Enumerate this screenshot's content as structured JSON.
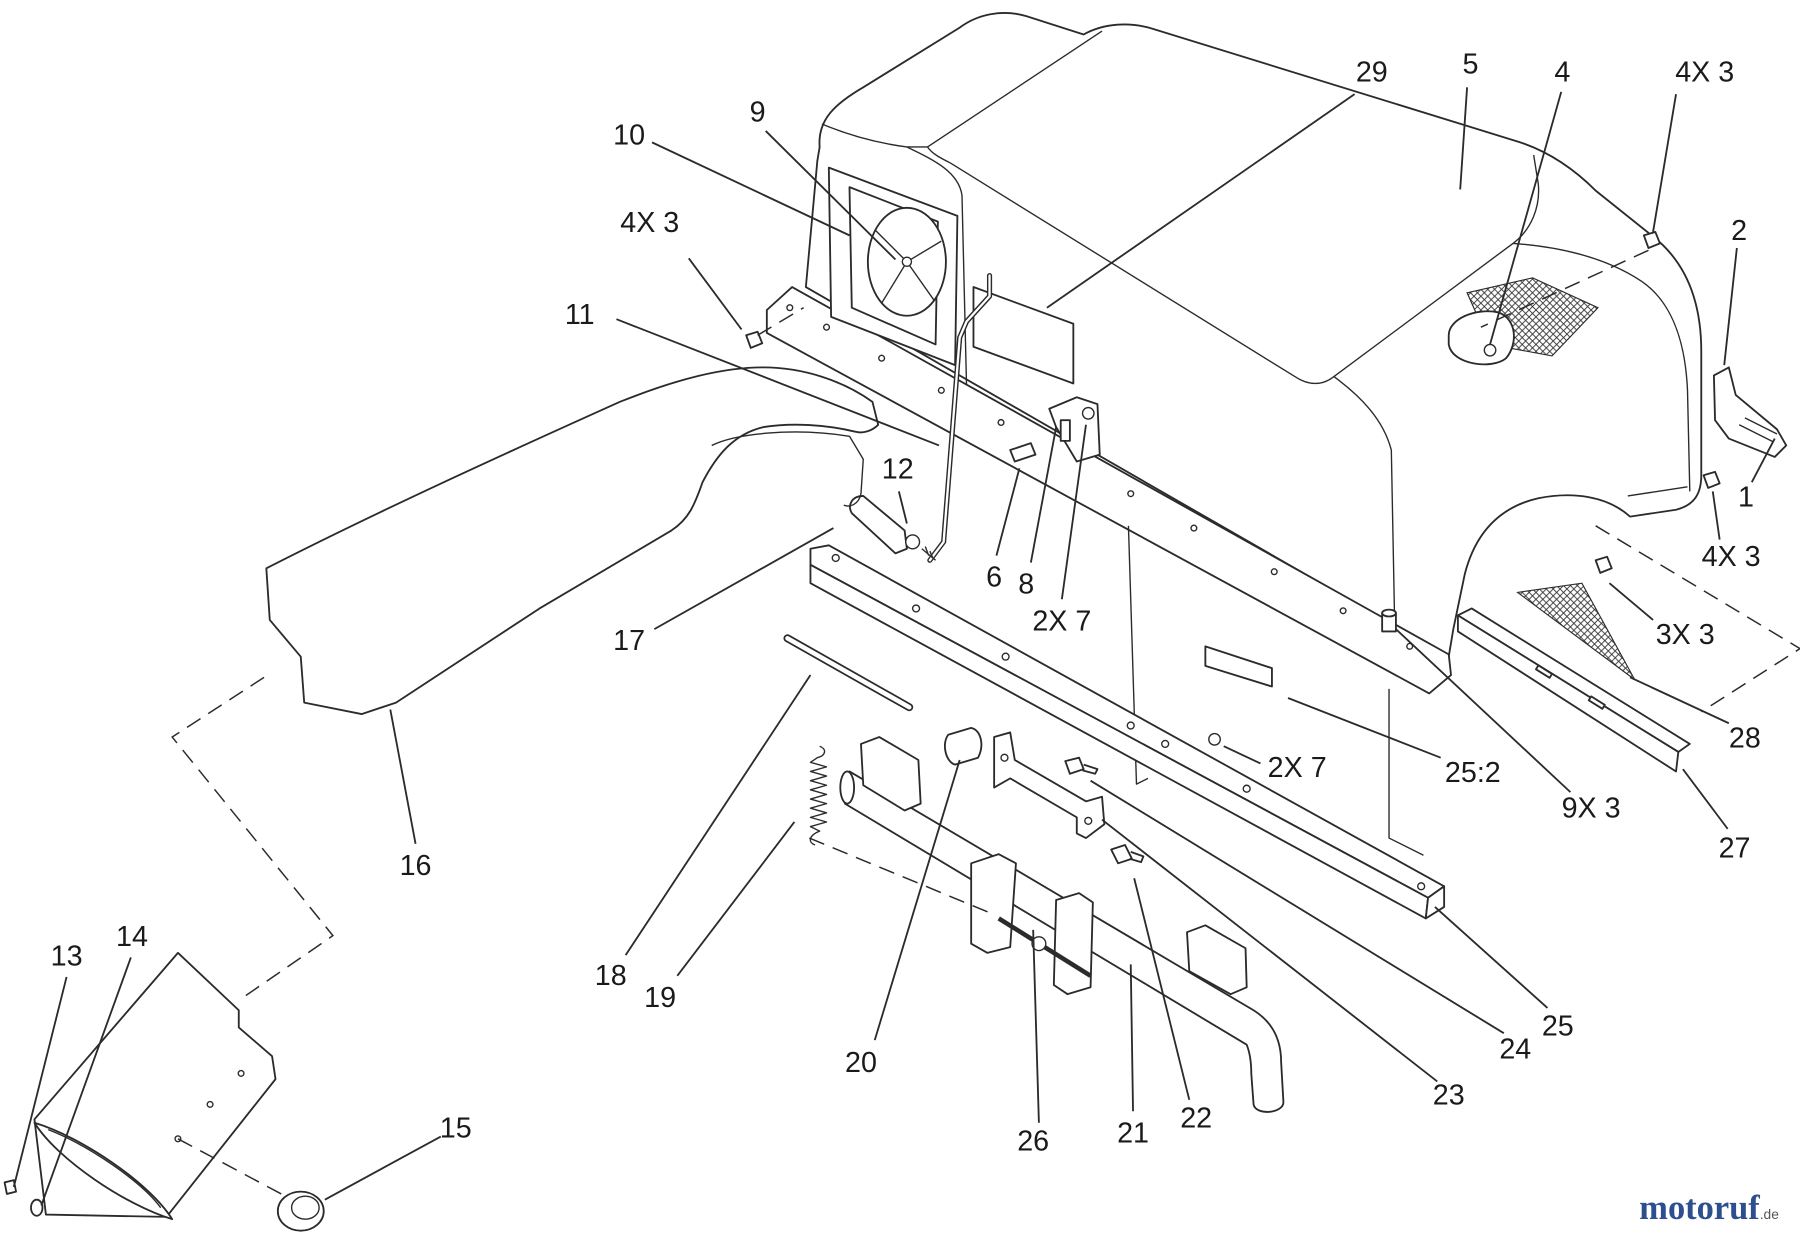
{
  "callouts": [
    {
      "label": "29"
    },
    {
      "label": "5"
    },
    {
      "label": "4"
    },
    {
      "label": "4X 3"
    },
    {
      "label": "2"
    },
    {
      "label": "1"
    },
    {
      "label": "4X 3"
    },
    {
      "label": "3X 3"
    },
    {
      "label": "28"
    },
    {
      "label": "27"
    },
    {
      "label": "9X 3"
    },
    {
      "label": "25:2"
    },
    {
      "label": "2X 7"
    },
    {
      "label": "25"
    },
    {
      "label": "24"
    },
    {
      "label": "23"
    },
    {
      "label": "22"
    },
    {
      "label": "21"
    },
    {
      "label": "26"
    },
    {
      "label": "20"
    },
    {
      "label": "19"
    },
    {
      "label": "18"
    },
    {
      "label": "17"
    },
    {
      "label": "16"
    },
    {
      "label": "13"
    },
    {
      "label": "14"
    },
    {
      "label": "15"
    },
    {
      "label": "12"
    },
    {
      "label": "11"
    },
    {
      "label": "10"
    },
    {
      "label": "9"
    },
    {
      "label": "4X 3"
    },
    {
      "label": "6"
    },
    {
      "label": "8"
    },
    {
      "label": "2X 7"
    }
  ],
  "watermark": {
    "name": "motoruf",
    "tld": ".de"
  },
  "colors": {
    "line": "#2b2b2b",
    "background": "#ffffff",
    "watermark": "#2d4e8f"
  }
}
